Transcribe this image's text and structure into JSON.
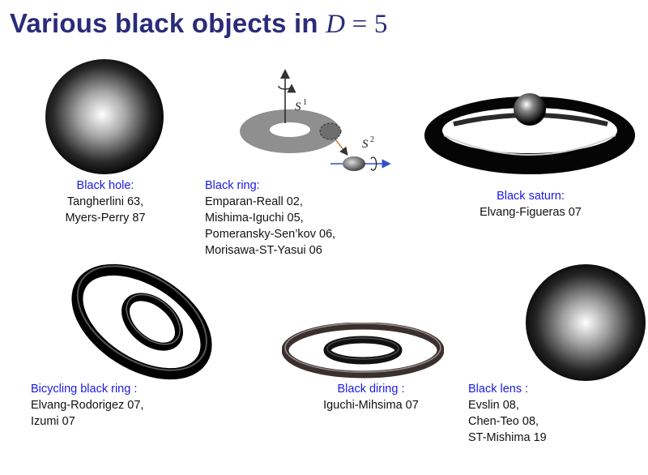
{
  "title": {
    "text": "Various black objects in",
    "var": "D",
    "eq": " = 5"
  },
  "figures": [
    {
      "heading": "Black hole:",
      "refs": [
        "Tangherlini 63,",
        "Myers-Perry 87"
      ]
    },
    {
      "heading": "Black ring:",
      "refs": [
        "Emparan-Reall 02,",
        "Mishima-Iguchi 05,",
        "Pomeransky-Sen’kov 06,",
        "Morisawa-ST-Yasui 06"
      ],
      "labels": {
        "s1": "S",
        "s1_sup": "1",
        "s2": "S",
        "s2_sup": "2"
      }
    },
    {
      "heading": "Black saturn:",
      "refs": [
        "Elvang-Figueras 07"
      ]
    },
    {
      "heading": "Bicycling black ring :",
      "refs": [
        "Elvang-Rodorigez 07,",
        "Izumi 07"
      ]
    },
    {
      "heading": "Black diring :",
      "refs": [
        "Iguchi-Mihsima 07"
      ]
    },
    {
      "heading": "Black lens :",
      "refs": [
        "Evslin 08,",
        "Chen-Teo 08,",
        "ST-Mishima 19"
      ]
    }
  ],
  "colors": {
    "title": "#2b2b7a",
    "heading": "#1a1ae0",
    "text": "#111111"
  }
}
